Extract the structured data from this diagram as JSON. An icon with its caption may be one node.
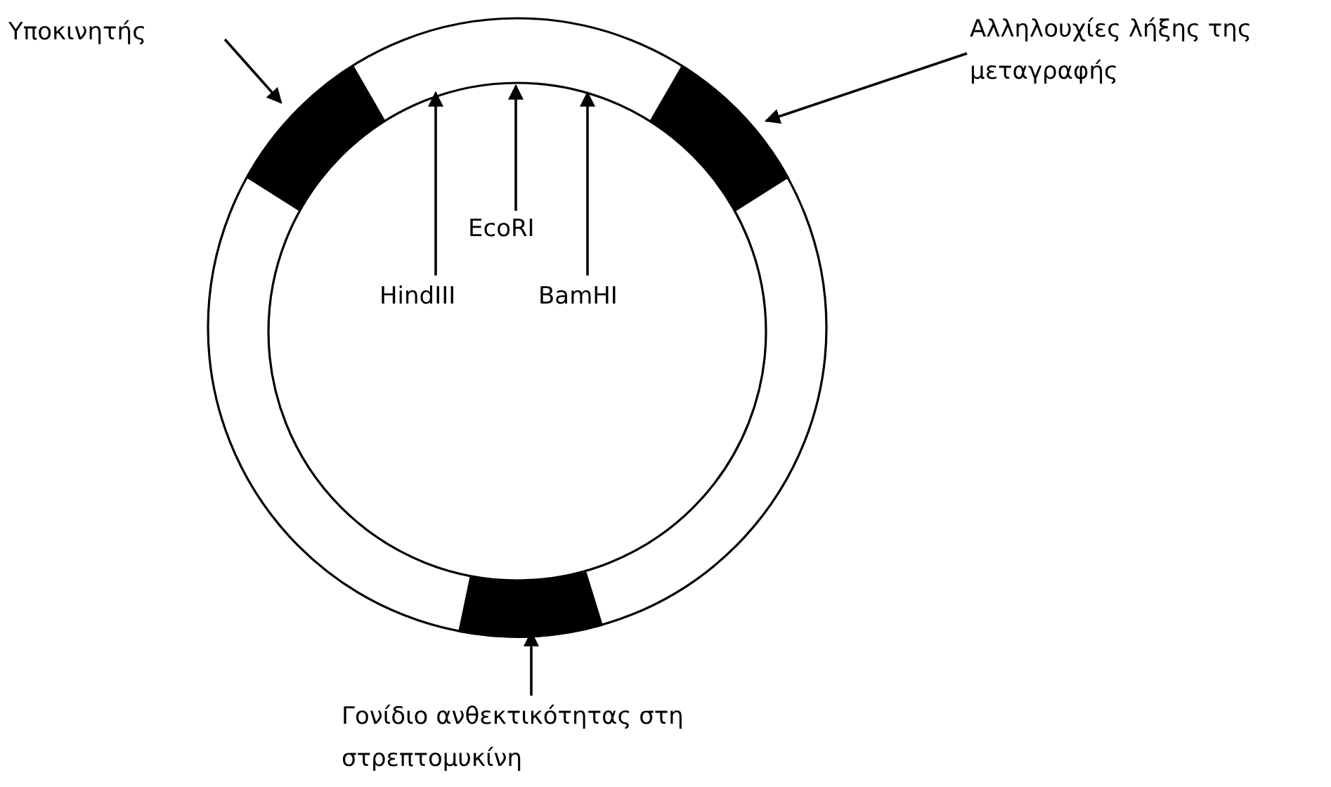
{
  "diagram": {
    "nodes": [
      {
        "text": [
          "Υποκινητής"
        ]
      },
      {
        "text": [
          "Αλληλουχίες λήξης της μεταγραφής"
        ]
      },
      {
        "text": [
          "EcoRI"
        ],
        "in": 6
      },
      {
        "text": [
          "HindIII"
        ],
        "in": 6
      },
      {
        "text": [
          "BamHI"
        ],
        "in": 6
      },
      {
        "text": [
          "Γονίδιο ανθεκτικότητας στη στρεπτομυκίνη"
        ]
      },
      {
        "text": [],
        "shape": "circle"
      },
      {
        "text": [],
        "shape": "bar",
        "in": 6
      },
      {
        "text": [],
        "shape": "bar",
        "in": 6
      },
      {
        "text": [],
        "shape": "bar",
        "in": 6
      }
    ],
    "edges": [
      {
        "from": 0,
        "to": 7,
        "arrow": "to"
      },
      {
        "from": 1,
        "to": 8,
        "arrow": "to"
      },
      {
        "from": 2,
        "to": 6,
        "arrow": "to"
      },
      {
        "from": 3,
        "to": 6,
        "arrow": "to"
      },
      {
        "from": 4,
        "to": 6,
        "arrow": "to"
      },
      {
        "from": 5,
        "to": 9,
        "arrow": "to"
      }
    ]
  }
}
